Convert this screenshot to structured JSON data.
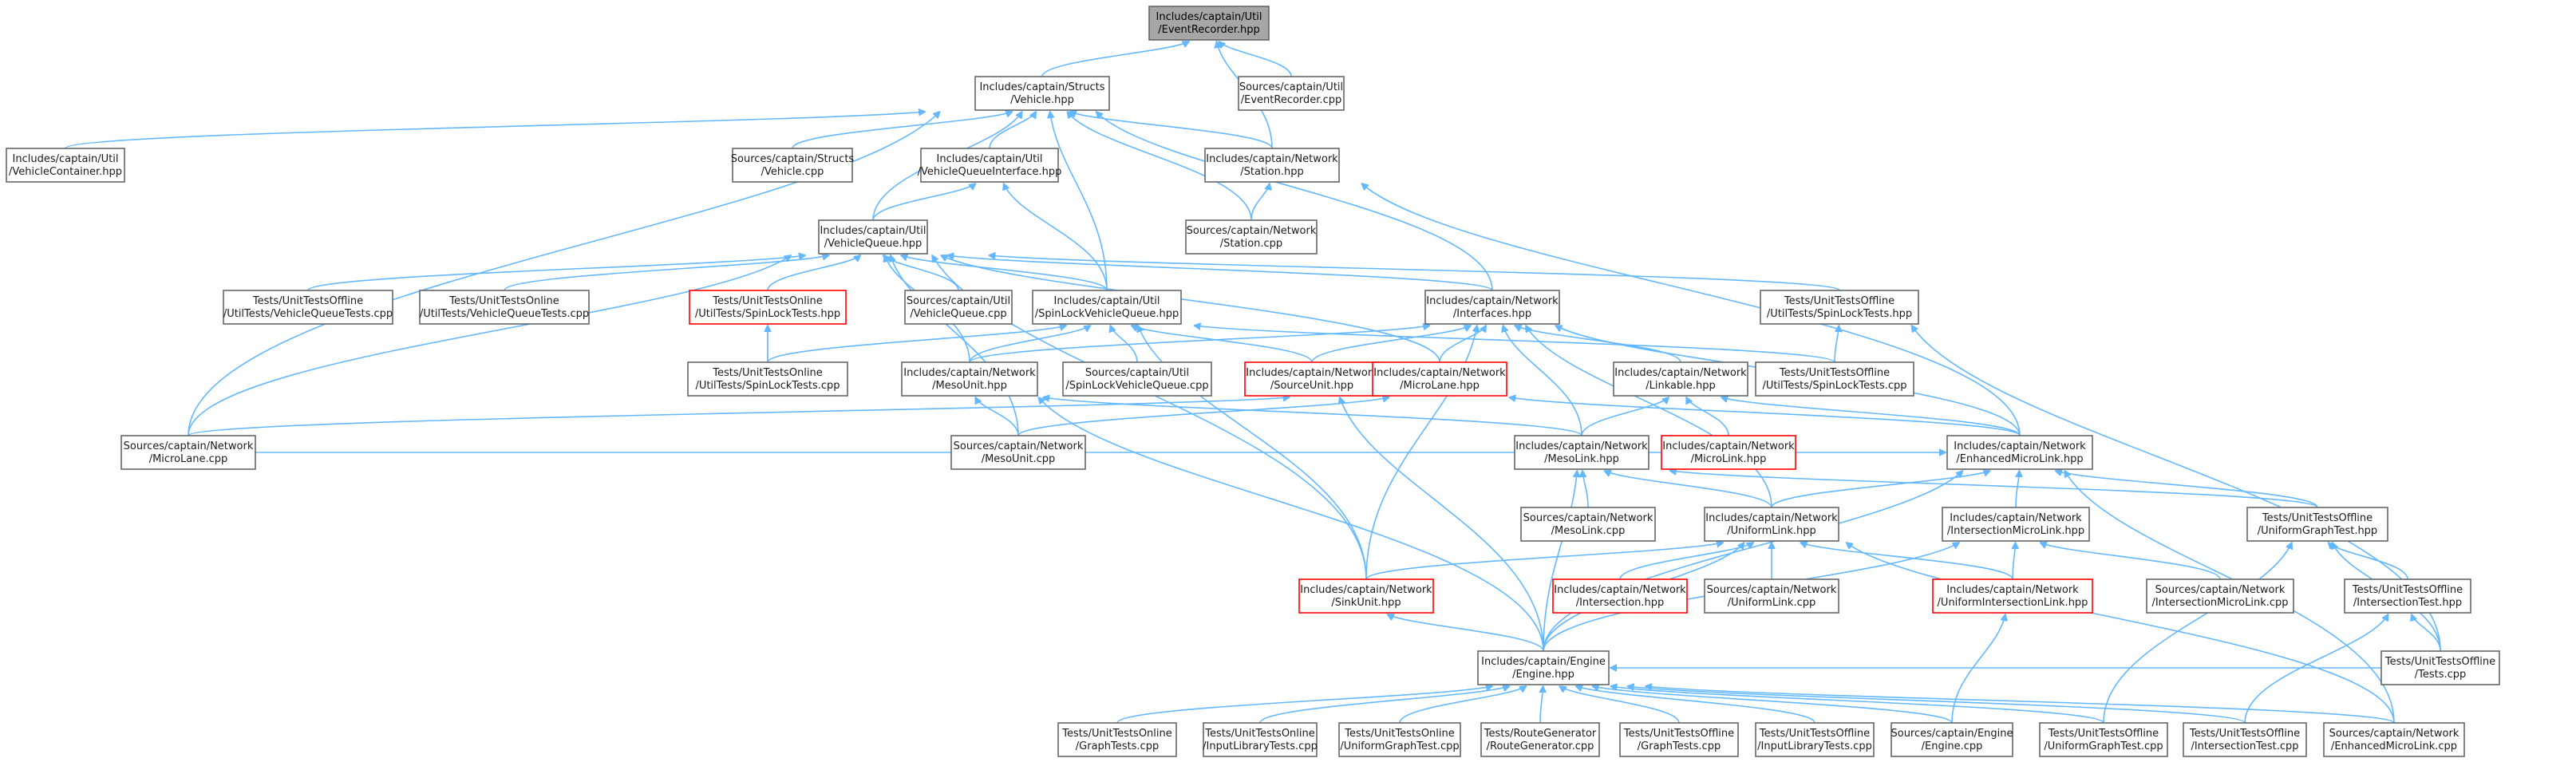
{
  "colors": {
    "edge": "#63b8ff",
    "node_border": "#666666",
    "node_border_highlight": "#ff0000",
    "focus_fill": "#a6a6a6"
  },
  "nodes": [
    {
      "id": "er_hpp",
      "line1": "Includes/captain/Util",
      "line2": "/EventRecorder.hpp",
      "focus": true
    },
    {
      "id": "er_cpp",
      "line1": "Sources/captain/Util",
      "line2": "/EventRecorder.cpp"
    },
    {
      "id": "veh_hpp",
      "line1": "Includes/captain/Structs",
      "line2": "/Vehicle.hpp"
    },
    {
      "id": "vc_hpp",
      "line1": "Includes/captain/Util",
      "line2": "/VehicleContainer.hpp"
    },
    {
      "id": "veh_cpp",
      "line1": "Sources/captain/Structs",
      "line2": "/Vehicle.cpp"
    },
    {
      "id": "vqi_hpp",
      "line1": "Includes/captain/Util",
      "line2": "/VehicleQueueInterface.hpp"
    },
    {
      "id": "sta_hpp",
      "line1": "Includes/captain/Network",
      "line2": "/Station.hpp"
    },
    {
      "id": "sta_cpp",
      "line1": "Sources/captain/Network",
      "line2": "/Station.cpp"
    },
    {
      "id": "vq_hpp",
      "line1": "Includes/captain/Util",
      "line2": "/VehicleQueue.hpp"
    },
    {
      "id": "t_off_vqt",
      "line1": "Tests/UnitTestsOffline",
      "line2": "/UtilTests/VehicleQueueTests.cpp"
    },
    {
      "id": "t_on_vqt",
      "line1": "Tests/UnitTestsOnline",
      "line2": "/UtilTests/VehicleQueueTests.cpp"
    },
    {
      "id": "t_on_slt_hpp",
      "line1": "Tests/UnitTestsOnline",
      "line2": "/UtilTests/SpinLockTests.hpp",
      "red": true
    },
    {
      "id": "vq_cpp",
      "line1": "Sources/captain/Util",
      "line2": "/VehicleQueue.cpp"
    },
    {
      "id": "slvq_hpp",
      "line1": "Includes/captain/Util",
      "line2": "/SpinLockVehicleQueue.hpp"
    },
    {
      "id": "if_hpp",
      "line1": "Includes/captain/Network",
      "line2": "/Interfaces.hpp"
    },
    {
      "id": "t_off_slt_hpp",
      "line1": "Tests/UnitTestsOffline",
      "line2": "/UtilTests/SpinLockTests.hpp"
    },
    {
      "id": "t_on_slt_cpp",
      "line1": "Tests/UnitTestsOnline",
      "line2": "/UtilTests/SpinLockTests.cpp"
    },
    {
      "id": "mu_hpp",
      "line1": "Includes/captain/Network",
      "line2": "/MesoUnit.hpp"
    },
    {
      "id": "slvq_cpp",
      "line1": "Sources/captain/Util",
      "line2": "/SpinLockVehicleQueue.cpp"
    },
    {
      "id": "su_hpp",
      "line1": "Includes/captain/Network",
      "line2": "/SourceUnit.hpp",
      "red": true
    },
    {
      "id": "ml_hpp",
      "line1": "Includes/captain/Network",
      "line2": "/MicroLane.hpp",
      "red": true
    },
    {
      "id": "lk_hpp",
      "line1": "Includes/captain/Network",
      "line2": "/Linkable.hpp"
    },
    {
      "id": "t_off_slt_cpp",
      "line1": "Tests/UnitTestsOffline",
      "line2": "/UtilTests/SpinLockTests.cpp"
    },
    {
      "id": "ml_cpp",
      "line1": "Sources/captain/Network",
      "line2": "/MicroLane.cpp"
    },
    {
      "id": "mu_cpp",
      "line1": "Sources/captain/Network",
      "line2": "/MesoUnit.cpp"
    },
    {
      "id": "mlk_hpp",
      "line1": "Includes/captain/Network",
      "line2": "/MesoLink.hpp"
    },
    {
      "id": "mcl_hpp",
      "line1": "Includes/captain/Network",
      "line2": "/MicroLink.hpp",
      "red": true
    },
    {
      "id": "eml_hpp",
      "line1": "Includes/captain/Network",
      "line2": "/EnhancedMicroLink.hpp"
    },
    {
      "id": "mlk_cpp",
      "line1": "Sources/captain/Network",
      "line2": "/MesoLink.cpp"
    },
    {
      "id": "ul_hpp",
      "line1": "Includes/captain/Network",
      "line2": "/UniformLink.hpp"
    },
    {
      "id": "iml_hpp",
      "line1": "Includes/captain/Network",
      "line2": "/IntersectionMicroLink.hpp"
    },
    {
      "id": "ugt_hpp",
      "line1": "Tests/UnitTestsOffline",
      "line2": "/UniformGraphTest.hpp"
    },
    {
      "id": "int_hpp",
      "line1": "Includes/captain/Network",
      "line2": "/Intersection.hpp",
      "red": true
    },
    {
      "id": "ul_cpp",
      "line1": "Sources/captain/Network",
      "line2": "/UniformLink.cpp"
    },
    {
      "id": "uil_hpp",
      "line1": "Includes/captain/Network",
      "line2": "/UniformIntersectionLink.hpp",
      "red": true
    },
    {
      "id": "iml_cpp",
      "line1": "Sources/captain/Network",
      "line2": "/IntersectionMicroLink.cpp"
    },
    {
      "id": "it_hpp",
      "line1": "Tests/UnitTestsOffline",
      "line2": "/IntersectionTest.hpp"
    },
    {
      "id": "sk_hpp",
      "line1": "Includes/captain/Network",
      "line2": "/SinkUnit.hpp",
      "red": true
    },
    {
      "id": "eng_hpp",
      "line1": "Includes/captain/Engine",
      "line2": "/Engine.hpp"
    },
    {
      "id": "tests_cpp",
      "line1": "Tests/UnitTestsOffline",
      "line2": "/Tests.cpp"
    },
    {
      "id": "on_gt",
      "line1": "Tests/UnitTestsOnline",
      "line2": "/GraphTests.cpp"
    },
    {
      "id": "on_ilt",
      "line1": "Tests/UnitTestsOnline",
      "line2": "/InputLibraryTests.cpp"
    },
    {
      "id": "on_ugt",
      "line1": "Tests/UnitTestsOnline",
      "line2": "/UniformGraphTest.cpp"
    },
    {
      "id": "rg",
      "line1": "Tests/RouteGenerator",
      "line2": "/RouteGenerator.cpp"
    },
    {
      "id": "off_gt",
      "line1": "Tests/UnitTestsOffline",
      "line2": "/GraphTests.cpp"
    },
    {
      "id": "off_ilt",
      "line1": "Tests/UnitTestsOffline",
      "line2": "/InputLibraryTests.cpp"
    },
    {
      "id": "eng_cpp",
      "line1": "Sources/captain/Engine",
      "line2": "/Engine.cpp"
    },
    {
      "id": "off_ugt",
      "line1": "Tests/UnitTestsOffline",
      "line2": "/UniformGraphTest.cpp"
    },
    {
      "id": "off_it",
      "line1": "Tests/UnitTestsOffline",
      "line2": "/IntersectionTest.cpp"
    },
    {
      "id": "eml_cpp",
      "line1": "Sources/captain/Network",
      "line2": "/EnhancedMicroLink.cpp"
    }
  ]
}
